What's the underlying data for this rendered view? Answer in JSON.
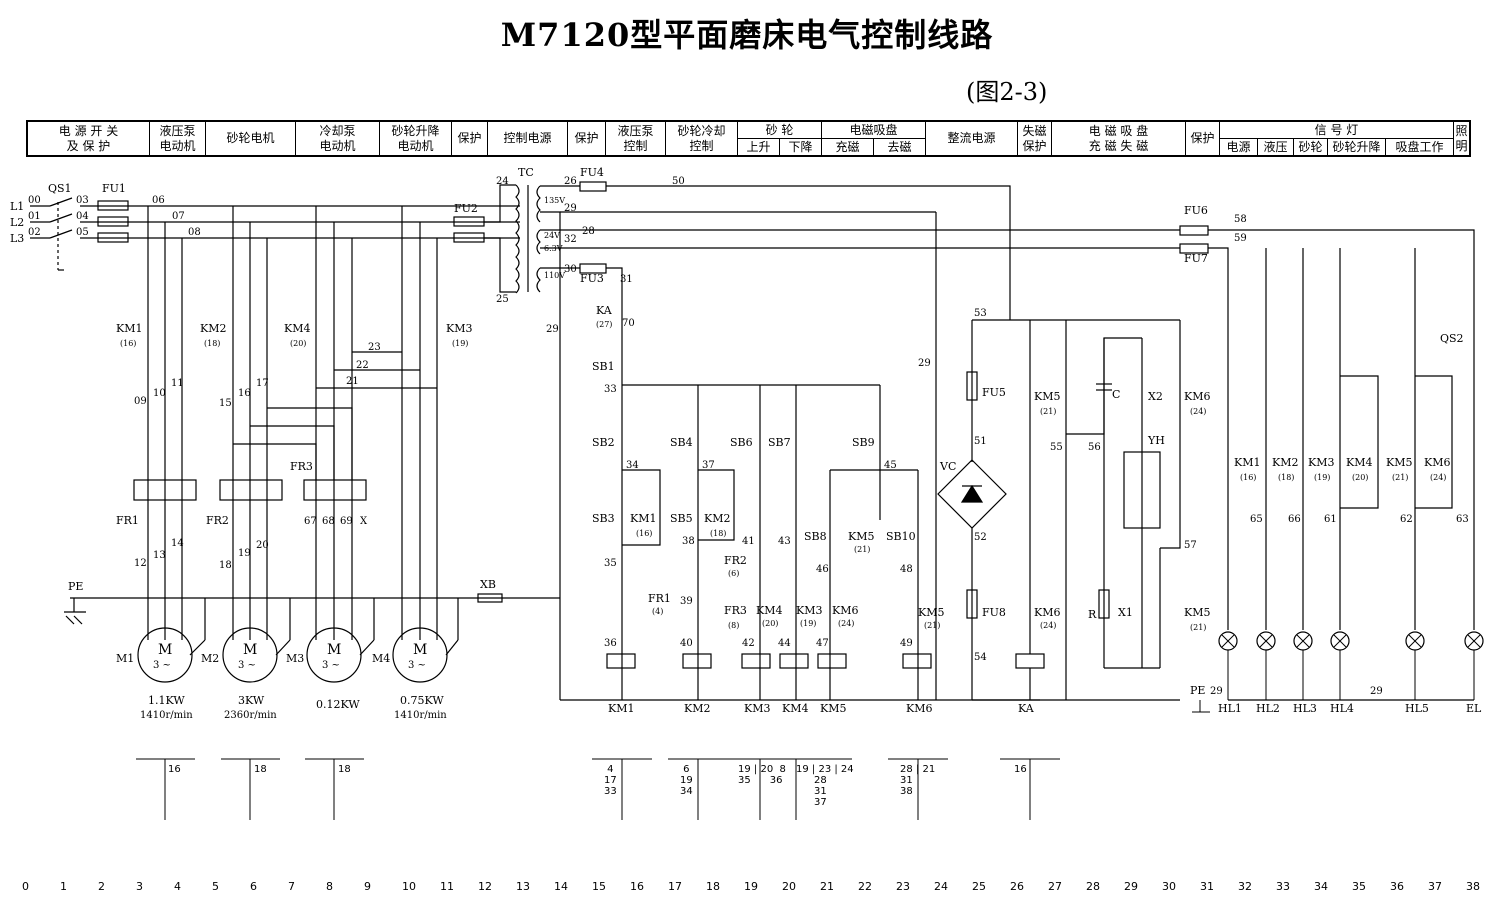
{
  "title": "M7120型平面磨床电气控制线路",
  "subtitle": "(图2-3)",
  "header_cells": [
    {
      "id": "c1",
      "label": "电 源 开 关\n及 保 护"
    },
    {
      "id": "c2",
      "label": "液压泵\n电动机"
    },
    {
      "id": "c3",
      "label": "砂轮电机"
    },
    {
      "id": "c4",
      "label": "冷却泵\n电动机"
    },
    {
      "id": "c5",
      "label": "砂轮升降\n电动机"
    },
    {
      "id": "c6",
      "label": "保护"
    },
    {
      "id": "c7",
      "label": "控制电源"
    },
    {
      "id": "c8",
      "label": "保护"
    },
    {
      "id": "c9",
      "label": "液压泵\n控制"
    },
    {
      "id": "c10",
      "label": "砂轮冷却\n控制"
    },
    {
      "id": "c13",
      "label": "整流电源"
    },
    {
      "id": "c14",
      "label": "失磁\n保护"
    },
    {
      "id": "c15",
      "label": "电 磁 吸 盘\n充 磁 失 磁"
    },
    {
      "id": "c16",
      "label": "保护"
    },
    {
      "id": "c18",
      "label": "照\n明"
    }
  ],
  "header_groups": [
    {
      "id": "g11",
      "label": "砂 轮",
      "subs": [
        "上升",
        "下降"
      ]
    },
    {
      "id": "g12",
      "label": "电磁吸盘",
      "subs": [
        "充磁",
        "去磁"
      ]
    },
    {
      "id": "g17",
      "label": "信 号 灯",
      "subs": [
        "电源",
        "液压",
        "砂轮",
        "砂轮升降",
        "吸盘工作"
      ]
    }
  ],
  "column_numbers": [
    "0",
    "1",
    "2",
    "3",
    "4",
    "5",
    "6",
    "7",
    "8",
    "9",
    "10",
    "11",
    "12",
    "13",
    "14",
    "15",
    "16",
    "17",
    "18",
    "19",
    "20",
    "21",
    "22",
    "23",
    "24",
    "25",
    "26",
    "27",
    "28",
    "29",
    "30",
    "31",
    "32",
    "33",
    "34",
    "35",
    "36",
    "37",
    "38"
  ],
  "lines": [
    "L1",
    "L2",
    "L3"
  ],
  "labels": {
    "qs1": "QS1",
    "fu1": "FU1",
    "fu2": "FU2",
    "fu3": "FU3",
    "fu4": "FU4",
    "fu5": "FU5",
    "fu6": "FU6",
    "fu7": "FU7",
    "fu8": "FU8",
    "tc": "TC",
    "v135": "135V",
    "v24": "24V",
    "v63": "6.3V",
    "v110": "110V",
    "pe": "PE",
    "xb": "XB",
    "vc": "VC",
    "yh": "YH",
    "c": "C",
    "r": "R",
    "x1": "X1",
    "x2": "X2",
    "qs2": "QS2",
    "ka": "KA",
    "el": "EL"
  },
  "motors": [
    {
      "id": "M1",
      "power": "1.1KW",
      "speed": "1410r/min",
      "km": "KM1",
      "kmref": "(16)",
      "fr": "FR1"
    },
    {
      "id": "M2",
      "power": "3KW",
      "speed": "2360r/min",
      "km": "KM2",
      "kmref": "(18)",
      "fr": "FR2"
    },
    {
      "id": "M3",
      "power": "0.12KW",
      "speed": "",
      "km": "KM4",
      "kmref": "(20)",
      "fr": "FR3"
    },
    {
      "id": "M4",
      "power": "0.75KW",
      "speed": "1410r/min",
      "km": "KM3",
      "kmref": "(19)",
      "fr": ""
    }
  ],
  "coils": [
    "KM1",
    "KM2",
    "KM3",
    "KM4",
    "KM5",
    "KM6",
    "KA"
  ],
  "lamps": [
    "HL1",
    "HL2",
    "HL3",
    "HL4",
    "HL5",
    "EL"
  ],
  "wire_numbers": {
    "n00": "00",
    "n01": "01",
    "n02": "02",
    "n03": "03",
    "n04": "04",
    "n05": "05",
    "n06": "06",
    "n07": "07",
    "n08": "08",
    "n09": "09",
    "n10": "10",
    "n11": "11",
    "n12": "12",
    "n13": "13",
    "n14": "14",
    "n15": "15",
    "n16": "16",
    "n17": "17",
    "n18": "18",
    "n19": "19",
    "n20": "20",
    "n21": "21",
    "n22": "22",
    "n23": "23",
    "n24": "24",
    "n25": "25",
    "n26": "26",
    "n28": "28",
    "n29": "29",
    "n30": "30",
    "n31": "31",
    "n32": "32",
    "n33": "33",
    "n34": "34",
    "n35": "35",
    "n36": "36",
    "n37": "37",
    "n38": "38",
    "n39": "39",
    "n40": "40",
    "n41": "41",
    "n42": "42",
    "n43": "43",
    "n44": "44",
    "n45": "45",
    "n46": "46",
    "n47": "47",
    "n48": "48",
    "n49": "49",
    "n50": "50",
    "n51": "51",
    "n52": "52",
    "n53": "53",
    "n54": "54",
    "n55": "55",
    "n56": "56",
    "n57": "57",
    "n58": "58",
    "n59": "59",
    "n61": "61",
    "n62": "62",
    "n63": "63",
    "n65": "65",
    "n66": "66",
    "n67": "67",
    "n68": "68",
    "n69": "69",
    "n70": "70",
    "nx": "X"
  },
  "buttons": [
    "SB1",
    "SB2",
    "SB3",
    "SB4",
    "SB5",
    "SB6",
    "SB7",
    "SB8",
    "SB9",
    "SB10"
  ],
  "cross_refs": [
    {
      "col": "KM1",
      "top": "16",
      "list": []
    },
    {
      "col": "KM2",
      "top": "18",
      "list": []
    },
    {
      "col": "KM4",
      "top": "18",
      "list": []
    },
    {
      "col": "KM1c",
      "top": "4",
      "list": [
        "17",
        "33"
      ]
    },
    {
      "col": "KM2c",
      "top": "6",
      "list": [
        "19",
        "34"
      ]
    },
    {
      "col": "KM3c",
      "top": "19 | 20  8",
      "list": [
        "35      36"
      ]
    },
    {
      "col": "KM4c",
      "top": "19 | 23 | 24",
      "list": [
        "28",
        "31",
        "37"
      ]
    },
    {
      "col": "KM6c",
      "top": "28 | 21",
      "list": [
        "31",
        "38"
      ]
    },
    {
      "col": "KAc",
      "top": "16",
      "list": []
    }
  ],
  "relay_refs": {
    "ka": "(27)",
    "km5a": "(21)",
    "km6a": "(24)",
    "km5b": "(21)",
    "km6b": "(24)",
    "km5c": "(21)",
    "km6c": "(24)",
    "km1": "(16)",
    "km2": "(18)",
    "km3": "(19)",
    "km4": "(20)",
    "km5": "(21)",
    "km6": "(24)",
    "fr1": "(4)",
    "fr2": "(6)",
    "fr3": "(8)",
    "km4b": "(20)",
    "km3b": "(19)",
    "km6b2": "(24)",
    "km5b2": "(21)",
    "km5h": "(21)",
    "km6h": "(24)",
    "km1m": "(16)",
    "km2m": "(18)"
  }
}
